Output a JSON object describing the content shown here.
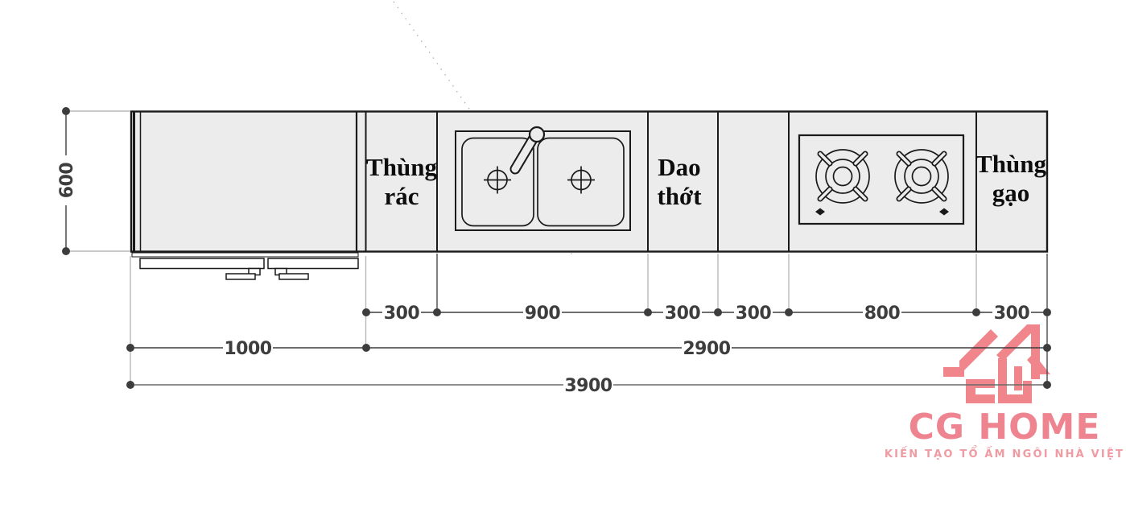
{
  "counter": {
    "segments": {
      "trash_line1": "Thùng",
      "trash_line2": "rác",
      "board_line1": "Dao",
      "board_line2": "thớt",
      "rice_line1": "Thùng",
      "rice_line2": "gạo"
    }
  },
  "dimensions": {
    "depth": "600",
    "top_row": [
      "300",
      "900",
      "300",
      "300",
      "800",
      "300"
    ],
    "mid_row": [
      "1000",
      "2900"
    ],
    "total": "3900"
  },
  "logo": {
    "wordmark": "CG HOME",
    "tagline": "KIẾN TẠO TỔ ẤM NGÔI NHÀ VIỆT",
    "brand_color": "#F0858C"
  }
}
